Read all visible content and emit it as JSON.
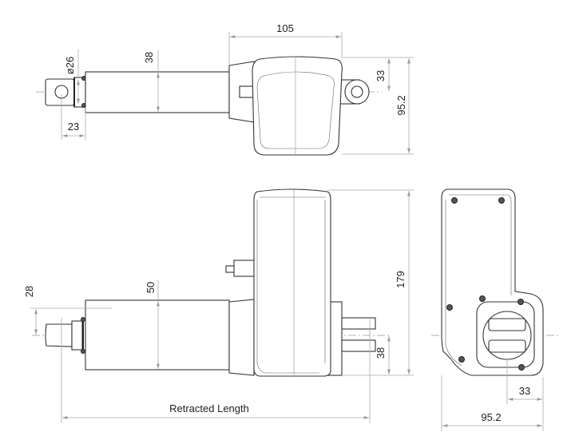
{
  "title": "Linear actuator dimension drawing",
  "top_view": {
    "dim_housing_length": "105",
    "dim_rod_diameter": "ø26",
    "dim_tube_diameter": "38",
    "dim_rod_end": "23",
    "dim_eye_offset": "33",
    "dim_housing_width": "95.2"
  },
  "side_view": {
    "dim_rod_offset": "28",
    "dim_tube_diameter": "50",
    "dim_housing_height": "179",
    "dim_fork_offset": "38",
    "dim_retracted_length": "Retracted Length"
  },
  "end_view": {
    "dim_socket_offset": "33",
    "dim_width": "95.2"
  }
}
